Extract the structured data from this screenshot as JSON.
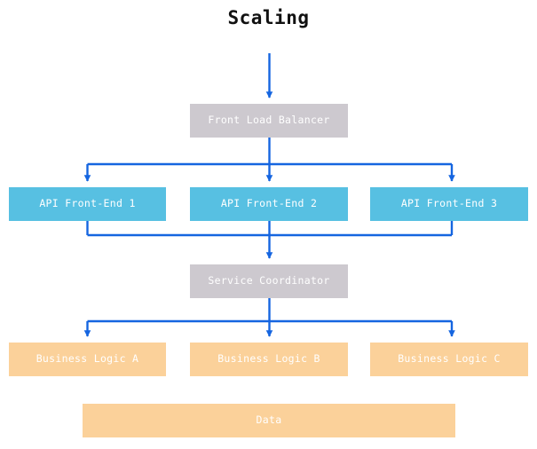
{
  "diagram": {
    "title": "Scaling",
    "type": "flowchart",
    "direction": "top-to-bottom",
    "colors": {
      "background": "#ffffff",
      "title_text": "#111111",
      "node_text": "#ffffff",
      "gray_node": "#cdc9cf",
      "cyan_node": "#57c0e2",
      "peach_node": "#fbd19a",
      "connector": "#1565e0"
    },
    "tiers": [
      {
        "name": "load-balancer-tier",
        "nodes": [
          {
            "id": "front-load-balancer",
            "label": "Front Load Balancer",
            "style": "gray"
          }
        ]
      },
      {
        "name": "api-front-end-tier",
        "nodes": [
          {
            "id": "api-front-end-1",
            "label": "API Front-End 1",
            "style": "cyan"
          },
          {
            "id": "api-front-end-2",
            "label": "API Front-End 2",
            "style": "cyan"
          },
          {
            "id": "api-front-end-3",
            "label": "API Front-End 3",
            "style": "cyan"
          }
        ]
      },
      {
        "name": "coordinator-tier",
        "nodes": [
          {
            "id": "service-coordinator",
            "label": "Service Coordinator",
            "style": "gray"
          }
        ]
      },
      {
        "name": "business-logic-tier",
        "nodes": [
          {
            "id": "business-logic-a",
            "label": "Business Logic A",
            "style": "peach"
          },
          {
            "id": "business-logic-b",
            "label": "Business Logic B",
            "style": "peach"
          },
          {
            "id": "business-logic-c",
            "label": "Business Logic C",
            "style": "peach"
          }
        ]
      },
      {
        "name": "data-tier",
        "nodes": [
          {
            "id": "data",
            "label": "Data",
            "style": "peach"
          }
        ]
      }
    ],
    "edges": [
      {
        "from": "entry",
        "to": "front-load-balancer",
        "arrow": "down"
      },
      {
        "from": "front-load-balancer",
        "to": "api-front-end-1",
        "arrow": "down"
      },
      {
        "from": "front-load-balancer",
        "to": "api-front-end-2",
        "arrow": "down"
      },
      {
        "from": "front-load-balancer",
        "to": "api-front-end-3",
        "arrow": "down"
      },
      {
        "from": "api-front-end-1",
        "to": "service-coordinator",
        "arrow": "down"
      },
      {
        "from": "api-front-end-2",
        "to": "service-coordinator",
        "arrow": "down"
      },
      {
        "from": "api-front-end-3",
        "to": "service-coordinator",
        "arrow": "down"
      },
      {
        "from": "service-coordinator",
        "to": "business-logic-a",
        "arrow": "down"
      },
      {
        "from": "service-coordinator",
        "to": "business-logic-b",
        "arrow": "down"
      },
      {
        "from": "service-coordinator",
        "to": "business-logic-c",
        "arrow": "down"
      }
    ]
  }
}
